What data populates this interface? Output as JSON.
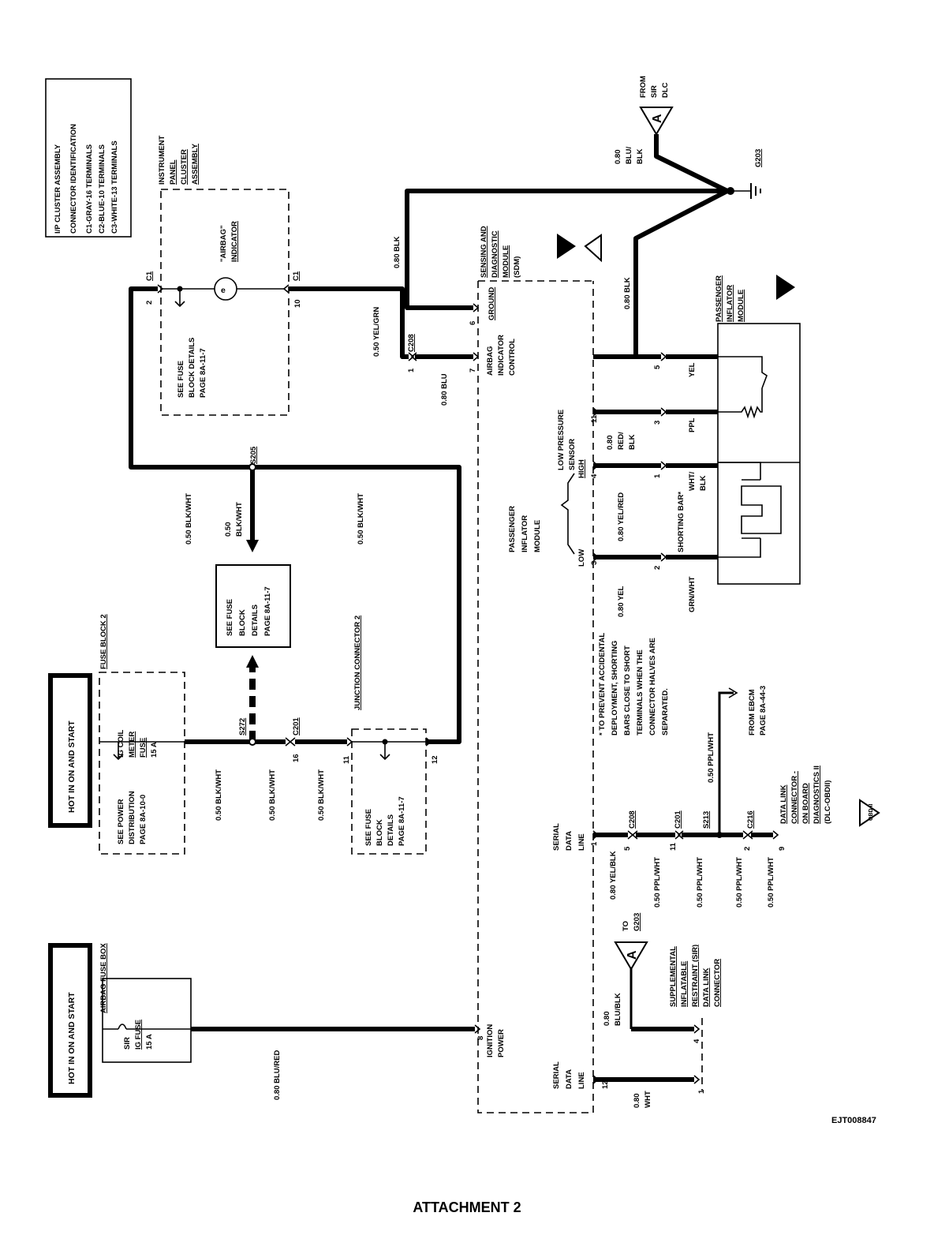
{
  "page": {
    "footer_caption": "ATTACHMENT 2",
    "figure_code": "EJT008847"
  },
  "legend": {
    "lines": [
      "I/P CLUSTER ASSEMBLY",
      "CONNECTOR IDENTIFICATION",
      "C1-GRAY-16 TERMINALS",
      "C2-BLUE-10 TERMINALS",
      "C3-WHITE-13 TERMINALS"
    ]
  },
  "hot_boxes": {
    "hot1": "HOT IN ON AND START",
    "hot2": "HOT IN ON AND START"
  },
  "airbag_fuse_box": {
    "title": "AIRBAG FUSE BOX",
    "fuse_lines": [
      "SIR",
      "IG FUSE",
      "15 A"
    ]
  },
  "fuse_block2": {
    "title": "FUSE BLOCK 2",
    "fuse_lines": [
      "IG COIL",
      "METER",
      "FUSE",
      "15 A"
    ],
    "ref_lines": [
      "SEE POWER",
      "DISTRIBUTION",
      "PAGE 8A-10-0"
    ]
  },
  "junction_connector": {
    "title": "JUNCTION CONNECTOR 2",
    "ref_lines": [
      "SEE FUSE",
      "BLOCK",
      "DETAILS",
      "PAGE 8A-11-7"
    ],
    "pin_in": "11",
    "pin_out": "12"
  },
  "fuse_ref_box": {
    "lines": [
      "SEE FUSE",
      "BLOCK",
      "DETAILS",
      "PAGE 8A-11-7"
    ]
  },
  "instrument_cluster": {
    "title_lines": [
      "INSTRUMENT",
      "PANEL",
      "CLUSTER",
      "ASSEMBLY"
    ],
    "indicator_lines": [
      "\"AIRBAG\"",
      "INDICATOR"
    ],
    "ref_lines": [
      "SEE FUSE",
      "BLOCK DETAILS",
      "PAGE 8A-11-7"
    ],
    "c1_left": "C1",
    "c1_right": "C1",
    "pin_left": "2",
    "pin_right": "10"
  },
  "sdm": {
    "title_lines": [
      "SENSING AND",
      "DIAGNOSTIC",
      "MODULE",
      "(SDM)"
    ],
    "ground_lines": [
      "GROUND"
    ],
    "indicator_lines": [
      "AIRBAG",
      "INDICATOR",
      "CONTROL"
    ],
    "ignition_lines": [
      "IGNITION",
      "POWER"
    ],
    "serial_data_lines": [
      "SERIAL",
      "DATA",
      "LINE"
    ],
    "low_pressure_lines": [
      "LOW PRESSURE",
      "SENSOR"
    ],
    "pin_ground": "6",
    "pin_indicator": "7",
    "pin_ignition": "8",
    "pin_low_pressure": "11",
    "pin_high": "4",
    "pin_low": "3",
    "pin_serial_top": "1",
    "pin_serial_bottom": "12"
  },
  "passenger_inflator": {
    "title_lines": [
      "PASSENGER",
      "INFLATOR",
      "MODULE"
    ],
    "module_label_lines": [
      "PASSENGER",
      "INFLATOR",
      "MODULE"
    ],
    "high": "HIGH",
    "low": "LOW",
    "shorting_bar": "SHORTING BAR*",
    "pin5": "5",
    "pin3": "3",
    "pin1": "1",
    "pin2": "2"
  },
  "note": {
    "lines": [
      "* TO PREVENT ACCIDENTAL",
      "DEPLOYMENT, SHORTING",
      "BARS CLOSE TO SHORT",
      "TERMINALS WHEN THE",
      "CONNECTOR HALVES ARE",
      "SEPARATED."
    ]
  },
  "ground": {
    "label": "G203",
    "from_lines": [
      "FROM",
      "SIR",
      "DLC"
    ],
    "to_lines": [
      "TO",
      "G203"
    ],
    "flag": "A"
  },
  "sir_connector": {
    "lines": [
      "SUPPLEMENTAL",
      "INFLATABLE",
      "RESTRAINT (SIR)",
      "DATA LINK",
      "CONNECTOR"
    ],
    "pin4": "4",
    "pin1": "1"
  },
  "dlc": {
    "lines": [
      "DATA LINK",
      "CONNECTOR -",
      "ON BOARD",
      "DIAGNOSTICS II",
      "(DLC-OBDII)"
    ],
    "pin": "9",
    "obd_icon": "OBD II"
  },
  "ebcm": {
    "lines": [
      "FROM EBCM",
      "PAGE 8A-44-3"
    ]
  },
  "splices": {
    "s205": "S205",
    "s272": "S272",
    "s213": "S213"
  },
  "connectors": {
    "c201_top": "C201",
    "c201_pin": "16",
    "c208_top": "C208",
    "c208_pin": "1",
    "c208_bottom": "C208",
    "c208b_pin": "5",
    "c201_bottom": "C201",
    "c201b_pin": "11",
    "c216": "C216",
    "c216_pin": "2"
  },
  "wires": {
    "blu_red": "0.80 BLU/RED",
    "blk_wht_1": "0.50 BLK/WHT",
    "blk_wht_2": "0.50 BLK/WHT",
    "blk_wht_3": "0.50 BLK/WHT",
    "blk_wht_4": "0.50 BLK/WHT",
    "blk_wht_5": "0.50 BLK/WHT",
    "blk_wht_6a": "0.50",
    "blk_wht_6b": "BLK/WHT",
    "yel_grn": "0.50 YEL/GRN",
    "blu": "0.80 BLU",
    "blk_sdm": "0.80 BLK",
    "blk_inflator": "0.80 BLK",
    "blu_blk_top": [
      "0.80",
      "BLU/",
      "BLK"
    ],
    "blu_blk_bottom": [
      "0.80",
      "BLU/BLK"
    ],
    "yel": "YEL",
    "red_blk": [
      "0.80",
      "RED/",
      "BLK"
    ],
    "ppl": "PPL",
    "yel_red": "0.80 YEL/RED",
    "wht_blk": [
      "WHT/",
      "BLK"
    ],
    "yel_low": "0.80 YEL",
    "grn_wht": "GRN/WHT",
    "yel_blk": "0.80 YEL/BLK",
    "ppl_wht_1": "0.50 PPL/WHT",
    "ppl_wht_2": "0.50 PPL/WHT",
    "ppl_wht_3": "0.50 PPL/WHT",
    "ppl_wht_4": "0.50 PPL/WHT",
    "ppl_wht_ebcm": "0.50 PPL/WHT",
    "wht": [
      "0.80",
      "WHT"
    ]
  }
}
